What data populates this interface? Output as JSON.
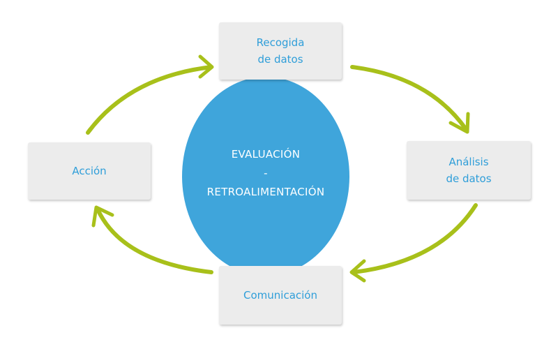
{
  "colors": {
    "circle": "#3fa5db",
    "arrow": "#a8c01a",
    "box_text": "#2f9ed9",
    "box_background": "#ececec"
  },
  "center": {
    "line1": "EVALUACIÓN",
    "line2": "-",
    "line3": "RETROALIMENTACIÓN"
  },
  "steps": {
    "recogida": {
      "line1": "Recogida",
      "line2": "de datos"
    },
    "analisis": {
      "line1": "Análisis",
      "line2": "de datos"
    },
    "comunicacion": {
      "line1": "Comunicación"
    },
    "accion": {
      "line1": "Acción"
    }
  }
}
